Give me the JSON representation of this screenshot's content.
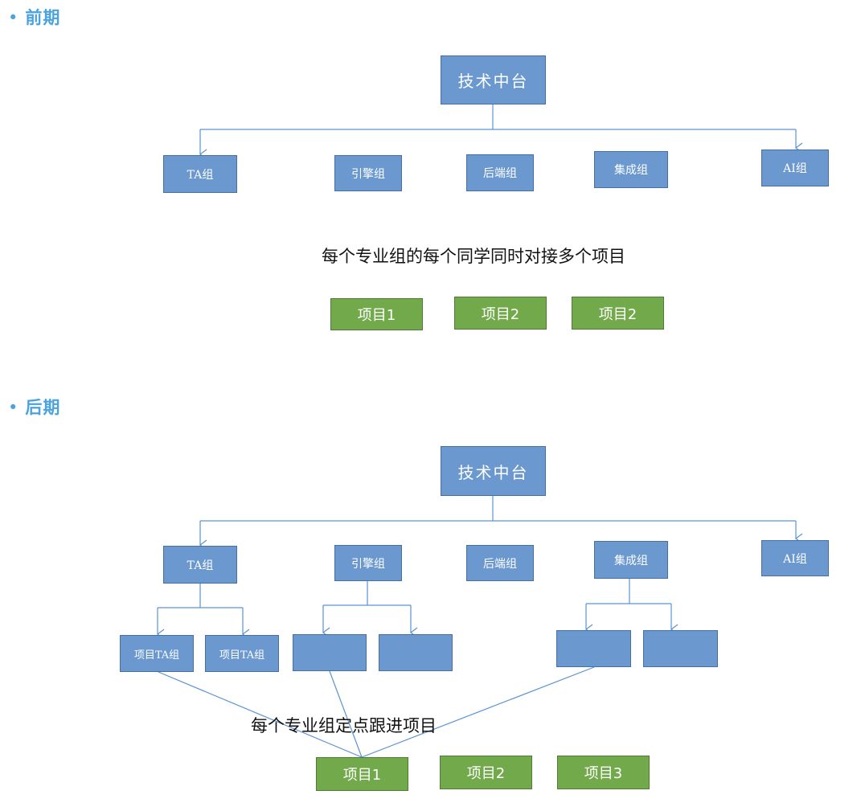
{
  "early": {
    "heading": "前期",
    "root": "技术中台",
    "groups": [
      "TA组",
      "引擎组",
      "后端组",
      "集成组",
      "AI组"
    ],
    "note": "每个专业组的每个同学同时对接多个项目",
    "projects": [
      "项目1",
      "项目2",
      "项目2"
    ]
  },
  "late": {
    "heading": "后期",
    "root": "技术中台",
    "groups": [
      "TA组",
      "引擎组",
      "后端组",
      "集成组",
      "AI组"
    ],
    "subgroups": [
      "项目TA组",
      "项目TA组",
      "",
      "",
      "",
      ""
    ],
    "note": "每个专业组定点跟进项目",
    "projects": [
      "项目1",
      "项目2",
      "项目3"
    ]
  },
  "colors": {
    "heading": "#4aa3df",
    "box_blue": "#6a98cf",
    "box_green": "#71a94b",
    "connector": "#5b93d3"
  }
}
